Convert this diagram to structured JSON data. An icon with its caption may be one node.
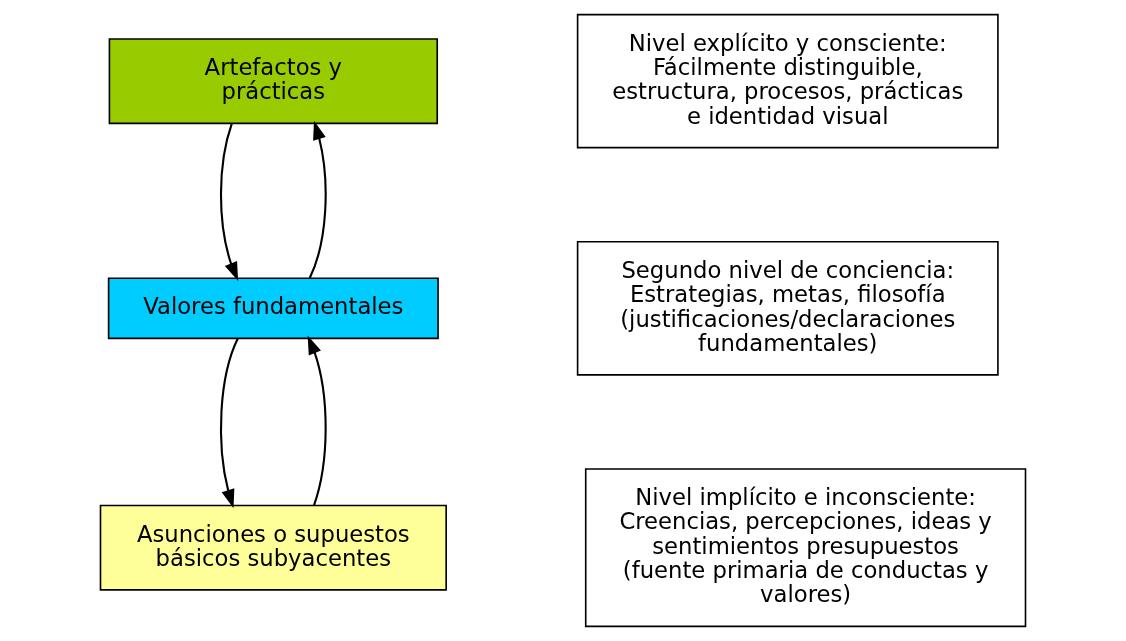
{
  "diagram": {
    "nodes": [
      {
        "text": [
          "Artefactos y prácticas"
        ]
      },
      {
        "text": [
          "Valores fundamentales"
        ]
      },
      {
        "text": [
          "Asunciones o supuestos básicos subyacentes"
        ]
      },
      {
        "text": [
          "Nivel explícito y consciente: Fácilmente distinguible, estructura, procesos, prácticas e identidad visual"
        ]
      },
      {
        "text": [
          "Segundo nivel de conciencia: Estrategias, metas, filosofía (justificaciones/declaraciones fundamentales)"
        ]
      },
      {
        "text": [
          "Nivel implícito e inconsciente: Creencias, percepciones, ideas y sentimientos presupuestos (fuente primaria de conductas y valores)"
        ]
      }
    ],
    "edges": [
      {
        "from": 0,
        "to": 1,
        "arrow": "to"
      },
      {
        "from": 1,
        "to": 0,
        "arrow": "to"
      },
      {
        "from": 1,
        "to": 2,
        "arrow": "to"
      },
      {
        "from": 2,
        "to": 1,
        "arrow": "to"
      }
    ]
  }
}
